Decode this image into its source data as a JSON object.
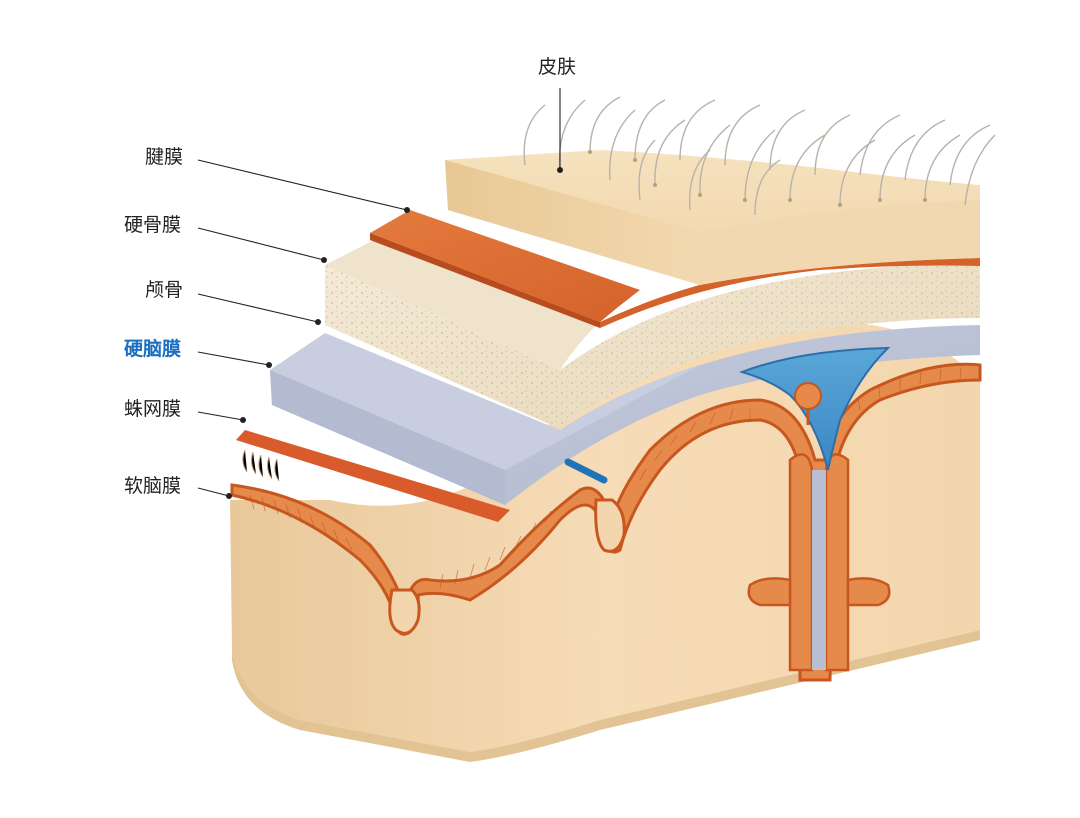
{
  "labels": {
    "skin": "皮肤",
    "galea": "腱膜",
    "periosteum": "硬骨膜",
    "skull": "颅骨",
    "dura": "硬脑膜",
    "arachnoid": "蛛网膜",
    "pia": "软脑膜"
  },
  "highlight_color": "#1a6fc0"
}
